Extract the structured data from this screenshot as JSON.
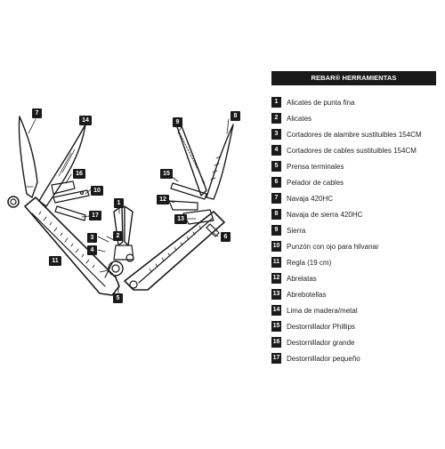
{
  "legend": {
    "title": "REBAR® HERRAMIENTAS",
    "items": [
      {
        "num": "1",
        "label": "Alicates de punta fina"
      },
      {
        "num": "2",
        "label": "Alicates"
      },
      {
        "num": "3",
        "label": "Cortadores de alambre sustituibles 154CM"
      },
      {
        "num": "4",
        "label": "Cortadores de cables sustituibles 154CM"
      },
      {
        "num": "5",
        "label": "Prensa terminales"
      },
      {
        "num": "6",
        "label": "Pelador de cables"
      },
      {
        "num": "7",
        "label": "Navaja 420HC"
      },
      {
        "num": "8",
        "label": "Navaja de sierra 420HC"
      },
      {
        "num": "9",
        "label": "Sierra"
      },
      {
        "num": "10",
        "label": "Punzón con ojo para hilvanar"
      },
      {
        "num": "11",
        "label": "Regla (19 cm)"
      },
      {
        "num": "12",
        "label": "Abrelatas"
      },
      {
        "num": "13",
        "label": "Abrebotellas"
      },
      {
        "num": "14",
        "label": "Lima de madera/metal"
      },
      {
        "num": "15",
        "label": "Destornillador Phillips"
      },
      {
        "num": "16",
        "label": "Destornillador grande"
      },
      {
        "num": "17",
        "label": "Destornillador pequeño"
      }
    ]
  },
  "callouts": [
    {
      "id": "c7",
      "text": "7"
    },
    {
      "id": "c14",
      "text": "14"
    },
    {
      "id": "c16",
      "text": "16"
    },
    {
      "id": "c10",
      "text": "10"
    },
    {
      "id": "c1",
      "text": "1"
    },
    {
      "id": "c17",
      "text": "17"
    },
    {
      "id": "c3",
      "text": "3"
    },
    {
      "id": "c2",
      "text": "2"
    },
    {
      "id": "c4",
      "text": "4"
    },
    {
      "id": "c11",
      "text": "11"
    },
    {
      "id": "c5",
      "text": "5"
    },
    {
      "id": "c9",
      "text": "9"
    },
    {
      "id": "c8",
      "text": "8"
    },
    {
      "id": "c15",
      "text": "15"
    },
    {
      "id": "c12",
      "text": "12"
    },
    {
      "id": "c13",
      "text": "13"
    },
    {
      "id": "c6",
      "text": "6"
    }
  ]
}
